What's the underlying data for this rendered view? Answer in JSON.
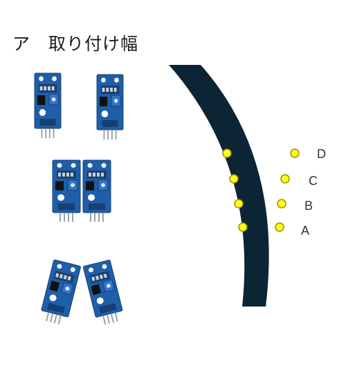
{
  "title": "ア　取り付け幅",
  "colors": {
    "background": "#ffffff",
    "track": "#0b2534",
    "board": "#1f5ea8",
    "board_dark": "#163f73",
    "pot": "#2f73c9",
    "pin": "#9aa0a6",
    "point_fill": "#ffff1e",
    "point_stroke": "#a08c00"
  },
  "points": [
    {
      "label": "A"
    },
    {
      "label": "B"
    },
    {
      "label": "C"
    },
    {
      "label": "D"
    }
  ],
  "sensor_groups": [
    {
      "name": "wide",
      "count": 2
    },
    {
      "name": "narrow",
      "count": 2
    },
    {
      "name": "angled",
      "count": 2
    }
  ]
}
